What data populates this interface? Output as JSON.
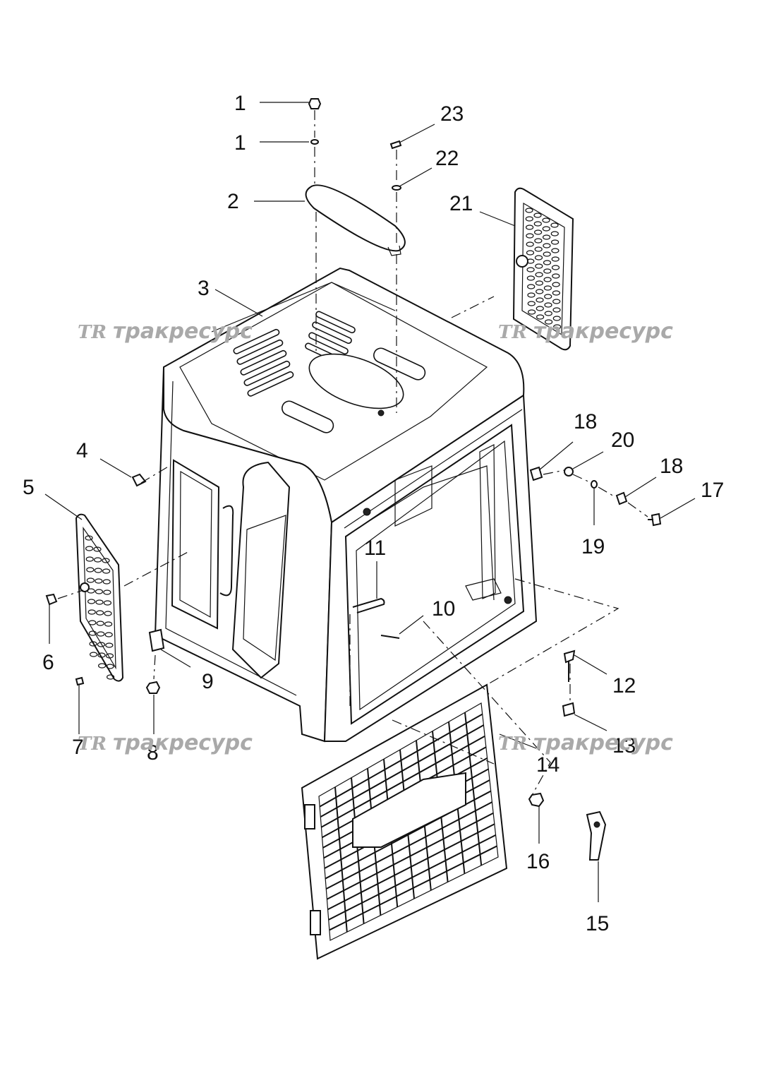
{
  "watermarks": [
    {
      "logo": "TR",
      "text": "тракресурс"
    },
    {
      "logo": "TR",
      "text": "тракресурс"
    },
    {
      "logo": "TR",
      "text": "тракресурс"
    },
    {
      "logo": "TR",
      "text": "тракресурс"
    }
  ],
  "callouts": [
    {
      "num": "1"
    },
    {
      "num": "1"
    },
    {
      "num": "2"
    },
    {
      "num": "3"
    },
    {
      "num": "4"
    },
    {
      "num": "5"
    },
    {
      "num": "6"
    },
    {
      "num": "7"
    },
    {
      "num": "8"
    },
    {
      "num": "9"
    },
    {
      "num": "10"
    },
    {
      "num": "11"
    },
    {
      "num": "12"
    },
    {
      "num": "13"
    },
    {
      "num": "14"
    },
    {
      "num": "15"
    },
    {
      "num": "16"
    },
    {
      "num": "17"
    },
    {
      "num": "18"
    },
    {
      "num": "18"
    },
    {
      "num": "19"
    },
    {
      "num": "20"
    },
    {
      "num": "21"
    },
    {
      "num": "22"
    },
    {
      "num": "23"
    }
  ]
}
